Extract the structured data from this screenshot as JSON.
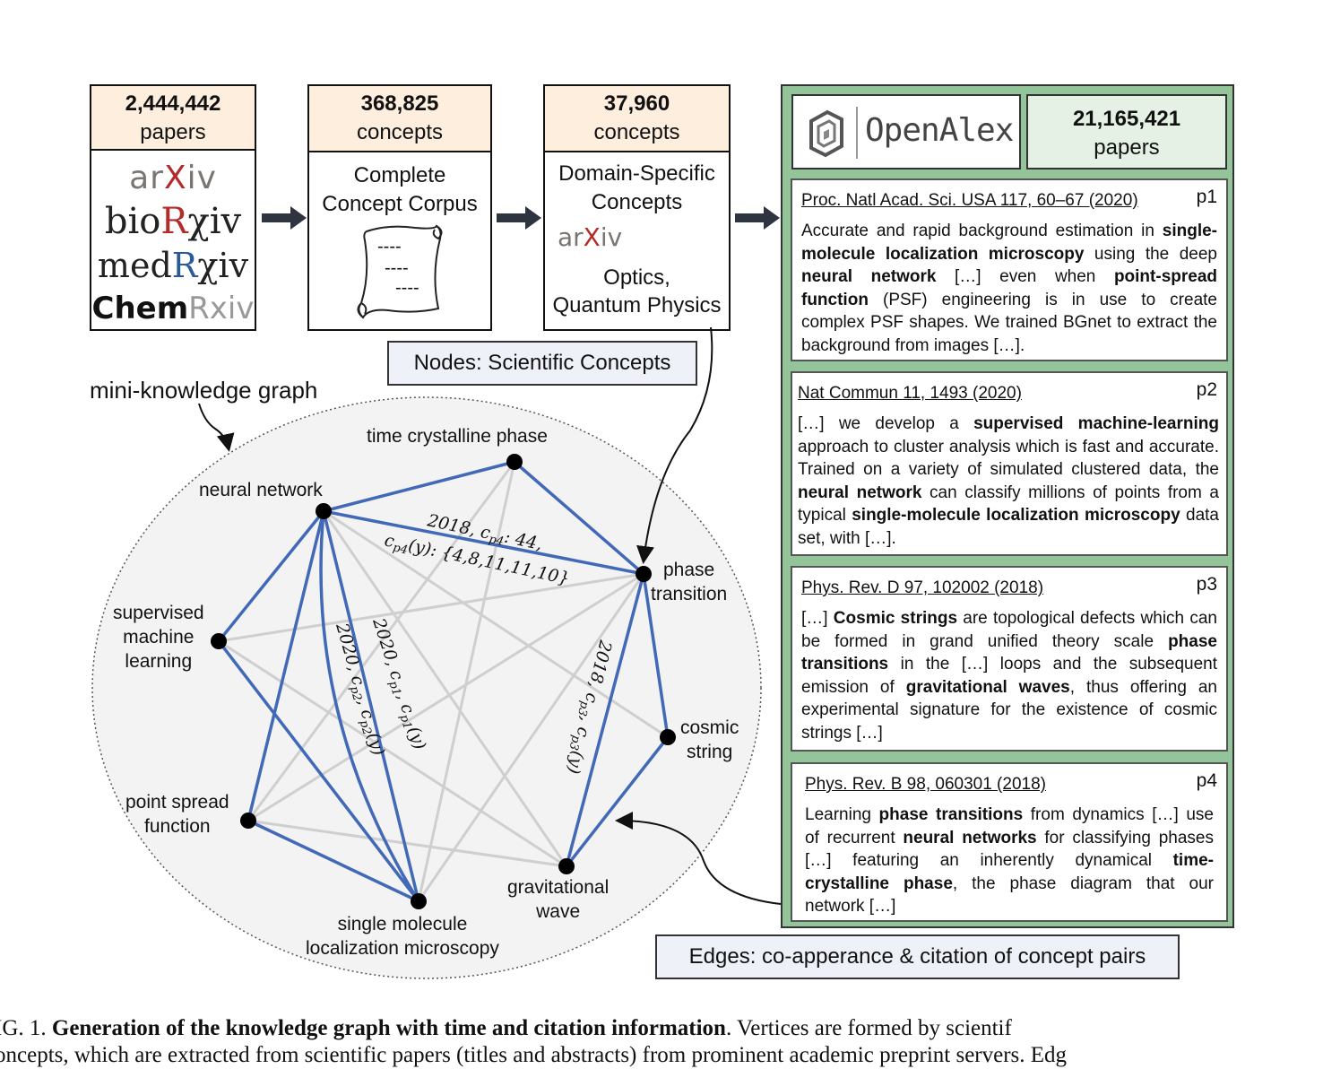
{
  "pipeline": {
    "box1": {
      "count": "2,444,442",
      "unit": "papers",
      "logos": [
        "arXiv",
        "bioRxiv",
        "medRxiv",
        "ChemRxiv"
      ]
    },
    "box2": {
      "count": "368,825",
      "unit": "concepts",
      "line1": "Complete",
      "line2": "Concept Corpus",
      "scroll_lines": [
        "----",
        "----",
        "----"
      ]
    },
    "box3": {
      "count": "37,960",
      "unit": "concepts",
      "line1": "Domain-Specific",
      "line2": "Concepts",
      "logo": "arXiv",
      "line3": "Optics,",
      "line4": "Quantum Physics"
    }
  },
  "openalex": {
    "name": "OpenAlex",
    "count": "21,165,421",
    "unit": "papers",
    "papers": [
      {
        "id": "p1",
        "ref": "Proc. Natl Acad. Sci. USA 117, 60–67 (2020)",
        "html": "Accurate and rapid background estimation in <b>single-molecule localization microscopy</b> using the deep <b>neural network</b> […] even when <b>point-spread function</b> (PSF) engineering is in use to create complex PSF shapes. We trained BGnet to extract the background from images […]."
      },
      {
        "id": "p2",
        "ref": "Nat Commun 11, 1493 (2020)",
        "html": "[…] we develop a <b>supervised machine-learning</b> approach to cluster analysis which is fast and accurate. Trained on a variety of simulated clustered data, the <b>neural network</b> can classify millions of points from a typical <b>single-molecule localization microscopy</b> data set, with […]."
      },
      {
        "id": "p3",
        "ref": "Phys. Rev. D 97, 102002 (2018)",
        "html": "[…] <b>Cosmic strings</b> are topological defects which can be formed in grand unified theory scale <b>phase transitions</b> in the […] loops and the subsequent emission of <b>gravitational waves</b>, thus offering an experimental signature for the existence of cosmic strings […]"
      },
      {
        "id": "p4",
        "ref": "Phys. Rev. B 98, 060301 (2018)",
        "html": "Learning <b>phase transitions</b> from dynamics […] use of recurrent <b>neural networks</b> for classifying phases […] featuring an inherently dynamical <b>time-crystalline phase</b>, the phase diagram that our network […]"
      }
    ]
  },
  "nodes_label": "Nodes: Scientific Concepts",
  "edges_label": "Edges: co-apperance & citation of concept pairs",
  "graph_title": "mini-knowledge graph",
  "graph_nodes": [
    {
      "id": "nn",
      "label": [
        "neural network"
      ]
    },
    {
      "id": "tc",
      "label": [
        "time crystalline phase"
      ]
    },
    {
      "id": "pt",
      "label": [
        "phase",
        "transition"
      ]
    },
    {
      "id": "sml",
      "label": [
        "supervised",
        "machine",
        "learning"
      ]
    },
    {
      "id": "cs",
      "label": [
        "cosmic",
        "string"
      ]
    },
    {
      "id": "psf",
      "label": [
        "point spread",
        "function"
      ]
    },
    {
      "id": "gw",
      "label": [
        "gravitational",
        "wave"
      ]
    },
    {
      "id": "smlm",
      "label": [
        "single molecule",
        "localization microscopy"
      ]
    }
  ],
  "edge_labels": {
    "e1": "2018, c",
    "e1_sub": "p4",
    "e1_rest": ": 44,",
    "e1b": "c",
    "e1b_sub": "p4",
    "e1b_rest": "(y): {4,8,11,11,10}",
    "e2": "2020, c",
    "e2_sub1": "p1",
    "e2_mid": ", c",
    "e2_sub2": "p1",
    "e2_rest": "(y)",
    "e3": "2020, c",
    "e3_sub1": "p2",
    "e3_mid": ", c",
    "e3_sub2": "p2",
    "e3_rest": "(y)",
    "e4": "2018, c",
    "e4_sub1": "p3",
    "e4_mid": ", c",
    "e4_sub2": "p3",
    "e4_rest": "(y)"
  },
  "caption": {
    "prefix": "IG. 1.",
    "title": "Generation of the knowledge graph with time and citation information",
    "line1_rest": ". Vertices are formed by scientif",
    "line2": "oncepts, which are extracted from scientific papers (titles and abstracts) from prominent academic preprint servers. Edg"
  },
  "colors": {
    "header_bg": "#fdeedd",
    "openalex_bg": "#93c49a",
    "openalex_count_bg": "#e4f1e4",
    "edge_blue": "#4169b8",
    "tag_bg": "#eef2f8"
  }
}
